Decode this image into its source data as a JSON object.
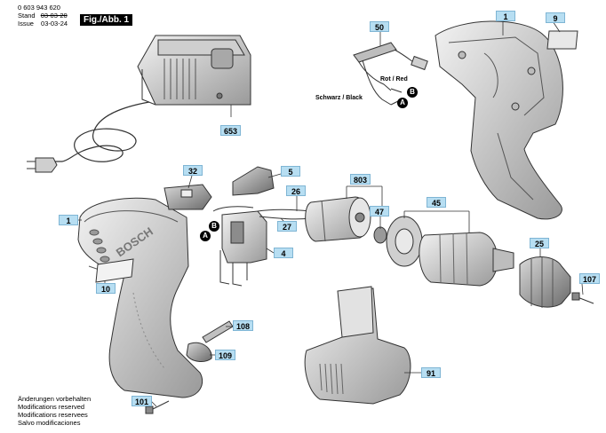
{
  "header": {
    "doc_number": "0 603 943 620",
    "stand_label": "Stand",
    "stand_date": "03-03-20",
    "issue_label": "Issue",
    "issue_date": "03-03-24"
  },
  "figure_title": "Fig./Abb. 1",
  "brand_on_tool": "BOSCH",
  "callouts": {
    "c1_top": "1",
    "c9": "9",
    "c50": "50",
    "c653": "653",
    "c32": "32",
    "c5": "5",
    "c803": "803",
    "c26": "26",
    "c47": "47",
    "c45": "45",
    "c1_left": "1",
    "c27": "27",
    "c4": "4",
    "c25": "25",
    "c10": "10",
    "c107": "107",
    "c108": "108",
    "c109": "109",
    "c91": "91",
    "c101": "101"
  },
  "wire_labels": {
    "red": "Rot / Red",
    "black": "Schwarz / Black",
    "marker_a": "A",
    "marker_b": "B"
  },
  "footer": {
    "line1": "Änderungen vorbehalten",
    "line2": "Modifications reserved",
    "line3": "Modifications reservees",
    "line4": "Salvo modificaciones"
  },
  "colors": {
    "callout_fill": "#b7def2",
    "part_fill": "#d4d4d4",
    "part_stroke": "#333333"
  }
}
